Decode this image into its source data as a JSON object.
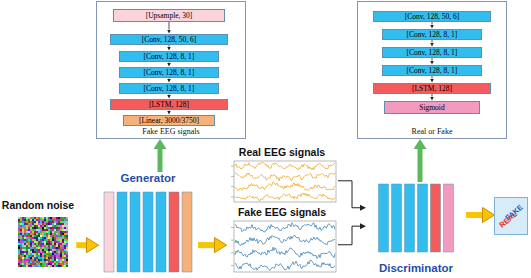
{
  "diagram": {
    "nodes": [
      {
        "text": [
          "Fake EEG signals"
        ]
      },
      {
        "text": [
          "[Upsample, 30]"
        ],
        "in": 0
      },
      {
        "text": [
          "[Conv, 128, 50, 6]"
        ],
        "in": 0
      },
      {
        "text": [
          "[Conv, 128, 8, 1]"
        ],
        "in": 0
      },
      {
        "text": [
          "[Conv, 128, 8, 1]"
        ],
        "in": 0
      },
      {
        "text": [
          "[Conv, 128, 8, 1]"
        ],
        "in": 0
      },
      {
        "text": [
          "[LSTM, 128]"
        ],
        "in": 0
      },
      {
        "text": [
          "[Linear, 3000/3750]"
        ],
        "in": 0
      },
      {
        "text": [
          "Real or Fake"
        ]
      },
      {
        "text": [
          "[Conv, 128, 50, 6]"
        ],
        "in": 8
      },
      {
        "text": [
          "[Conv, 128, 8, 1]"
        ],
        "in": 8
      },
      {
        "text": [
          "[Conv, 128, 8, 1]"
        ],
        "in": 8
      },
      {
        "text": [
          "[Conv, 128, 8, 1]"
        ],
        "in": 8
      },
      {
        "text": [
          "[LSTM, 128]"
        ],
        "in": 8
      },
      {
        "text": [
          "Sigmoid"
        ],
        "in": 8
      },
      {
        "text": [
          "Real EEG signals"
        ]
      },
      {
        "text": [
          "Generator"
        ]
      },
      {
        "text": [
          "Fake EEG signals"
        ]
      },
      {
        "text": [
          "Random noise"
        ]
      },
      {
        "text": [
          "Discriminator"
        ]
      },
      {
        "text": [
          "REAL",
          "FAKE"
        ]
      }
    ],
    "edges": [
      {
        "from": 1,
        "to": 2,
        "arrow": "to"
      },
      {
        "from": 2,
        "to": 3,
        "arrow": "to"
      },
      {
        "from": 3,
        "to": 4,
        "arrow": "to"
      },
      {
        "from": 4,
        "to": 5,
        "arrow": "to"
      },
      {
        "from": 5,
        "to": 6,
        "arrow": "to"
      },
      {
        "from": 6,
        "to": 7,
        "arrow": "to"
      },
      {
        "from": 9,
        "to": 10,
        "arrow": "to"
      },
      {
        "from": 10,
        "to": 11,
        "arrow": "to"
      },
      {
        "from": 11,
        "to": 12,
        "arrow": "to"
      },
      {
        "from": 12,
        "to": 13,
        "arrow": "to"
      },
      {
        "from": 13,
        "to": 14,
        "arrow": "to"
      },
      {
        "from": 16,
        "to": 0,
        "arrow": "to"
      },
      {
        "from": 18,
        "to": 16,
        "arrow": "to"
      },
      {
        "from": 16,
        "to": 17,
        "arrow": "to"
      },
      {
        "from": 15,
        "to": 19,
        "arrow": "to"
      },
      {
        "from": 17,
        "to": 19,
        "arrow": "to"
      },
      {
        "from": 19,
        "to": 8,
        "arrow": "to"
      },
      {
        "from": 19,
        "to": 20,
        "arrow": "to"
      }
    ]
  }
}
